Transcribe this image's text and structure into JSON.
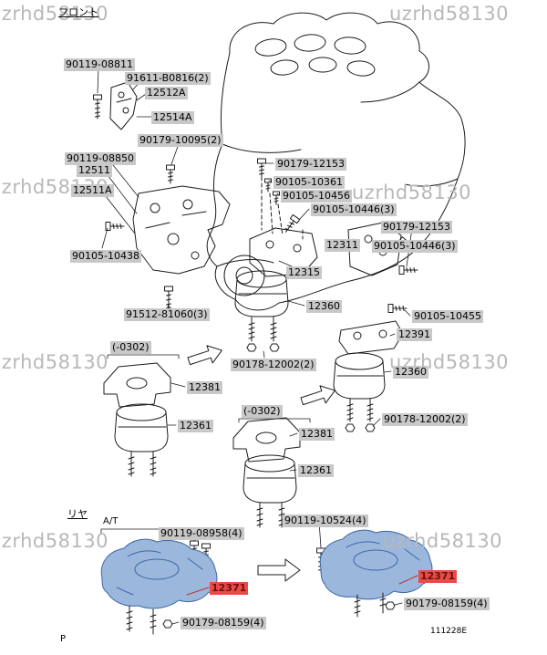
{
  "watermark": {
    "text": "uzrhd58130"
  },
  "sections": {
    "front": "フロント",
    "rear": "リヤ",
    "transmission_variant": "A/T"
  },
  "footer": {
    "page_letter": "P",
    "drawing_number": "111228E"
  },
  "colors": {
    "label_bg": "#c8c8c8",
    "highlight_label_bg": "#ea4a48",
    "highlight_label_text": "#6e0e0e",
    "part_fill": "#9bb8dc",
    "part_stroke": "#3b67a8",
    "line_color": "#1c1c1c",
    "watermark_color": "#b8b8b8"
  },
  "parts": [
    {
      "text": "90119-08811"
    },
    {
      "text": "91611-B0816(2)"
    },
    {
      "text": "12512A"
    },
    {
      "text": "12514A"
    },
    {
      "text": "90179-10095(2)"
    },
    {
      "text": "90119-08850"
    },
    {
      "text": "12511"
    },
    {
      "text": "12511A"
    },
    {
      "text": "90179-12153"
    },
    {
      "text": "90105-10361"
    },
    {
      "text": "90105-10456"
    },
    {
      "text": "90105-10446(3)"
    },
    {
      "text": "90179-12153"
    },
    {
      "text": "12311"
    },
    {
      "text": "90105-10446(3)"
    },
    {
      "text": "90105-10438"
    },
    {
      "text": "12315"
    },
    {
      "text": "12360"
    },
    {
      "text": "90105-10455"
    },
    {
      "text": "91512-81060(3)"
    },
    {
      "text": "12391"
    },
    {
      "text": "(-0302)"
    },
    {
      "text": "12360"
    },
    {
      "text": "90178-12002(2)"
    },
    {
      "text": "12381"
    },
    {
      "text": "12361"
    },
    {
      "text": "(-0302)"
    },
    {
      "text": "12381"
    },
    {
      "text": "90178-12002(2)"
    },
    {
      "text": "12361"
    },
    {
      "text": "90119-10524(4)"
    },
    {
      "text": "90119-08958(4)"
    },
    {
      "text": "90179-08159(4)"
    },
    {
      "text": "90179-08159(4)"
    }
  ],
  "highlighted_parts": [
    {
      "text": "12371"
    },
    {
      "text": "12371"
    }
  ]
}
